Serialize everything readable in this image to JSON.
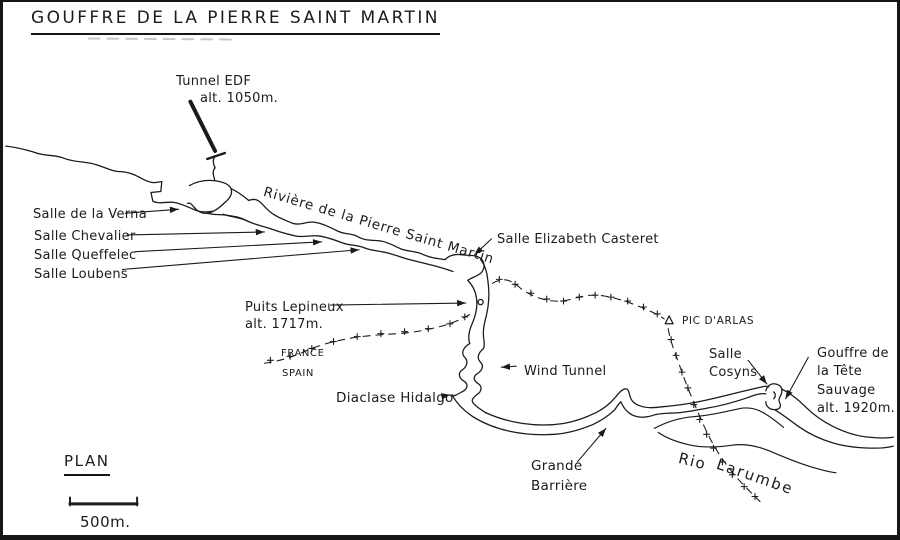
{
  "title": "GOUFFRE DE LA PIERRE SAINT MARTIN",
  "legend": {
    "plan": "PLAN",
    "scale_label": "500m."
  },
  "colors": {
    "ink": "#1b1b1b",
    "paper": "#ffffff"
  },
  "labels": {
    "tunnel_edf": {
      "name": "Tunnel EDF",
      "alt": "alt. 1050m."
    },
    "riviere": "Rivière de la Pierre Saint Martin",
    "salle_de_la_verna": "Salle de la Verna",
    "salle_chevalier": "Salle Chevalier",
    "salle_queffelec": "Salle Queffelec",
    "salle_loubens": "Salle Loubens",
    "salle_elizabeth_casteret": "Salle Elizabeth Casteret",
    "puits_lepineux": {
      "name": "Puits Lepineux",
      "alt": "alt. 1717m."
    },
    "border": {
      "france": "FRANCE",
      "spain": "SPAIN"
    },
    "pic_darlas": "PIC D'ARLAS",
    "wind_tunnel": "Wind Tunnel",
    "diaclase_hidalgo": "Diaclase Hidalgo",
    "grande_barriere": {
      "line1": "Grande",
      "line2": "Barrière"
    },
    "salle_cosyns": {
      "line1": "Salle",
      "line2": "Cosyns"
    },
    "gouffre_tete_sauvage": {
      "line1": "Gouffre de",
      "line2": "la Tête",
      "line3": "Sauvage",
      "line4": "alt. 1920m."
    },
    "rio_larumbe": {
      "line1": "Rio",
      "line2": "Larumbe"
    }
  }
}
